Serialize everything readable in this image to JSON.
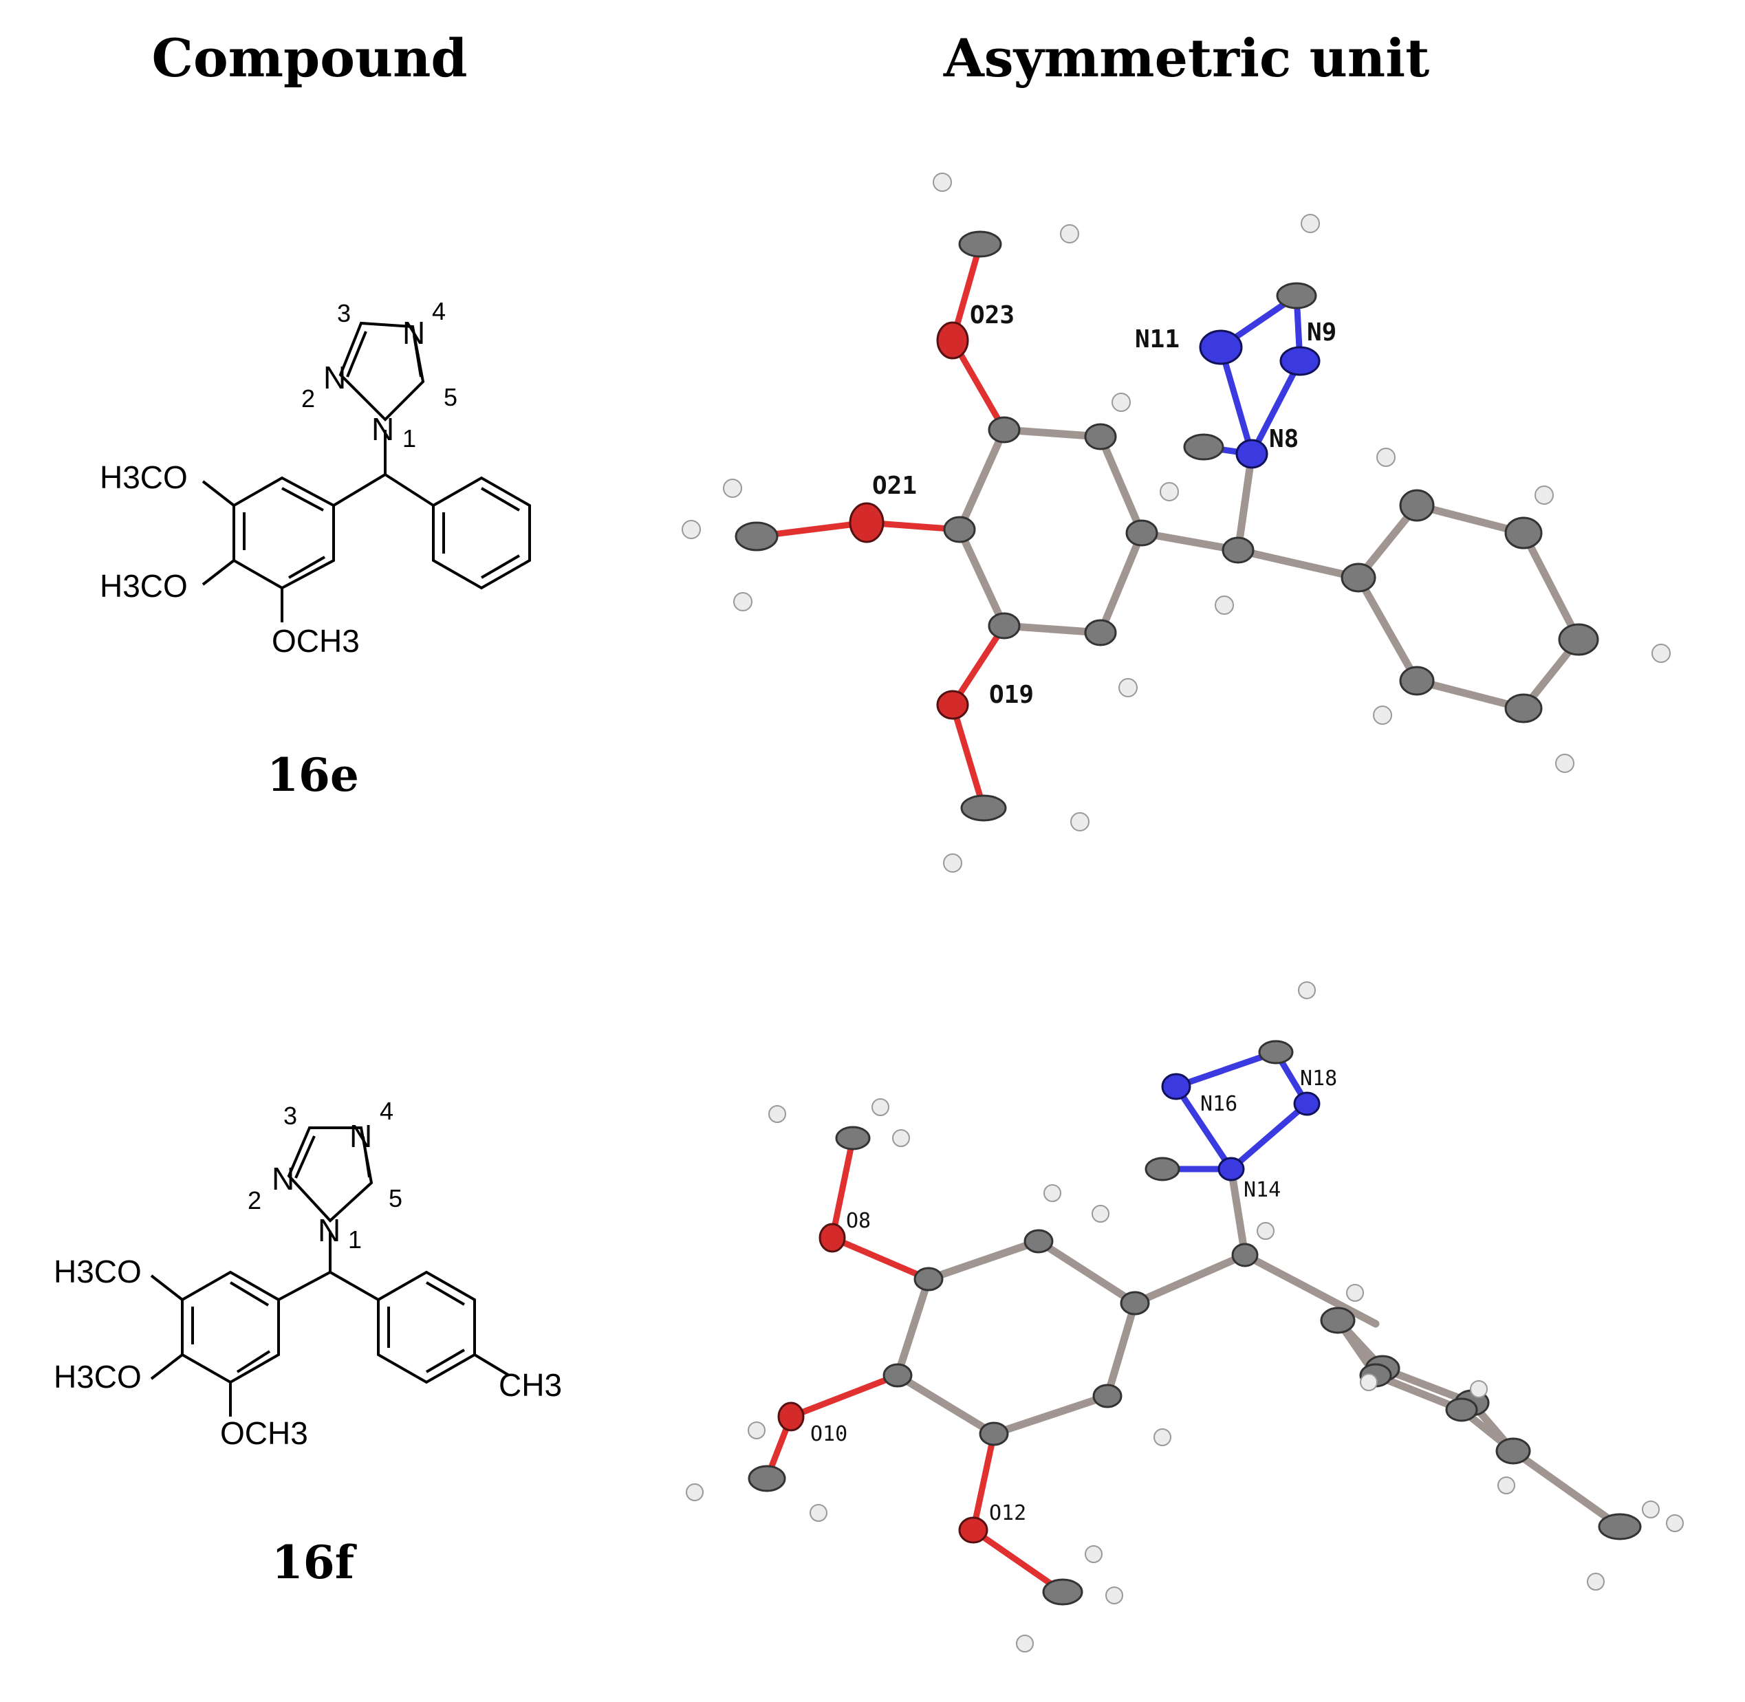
{
  "headers": {
    "compound": "Compound",
    "asymmetric_unit": "Asymmetric unit"
  },
  "colors": {
    "carbon": "#7a7a7a",
    "oxygen": "#d42a2a",
    "nitrogen": "#3a3ae0",
    "hydrogen": "#e8e8e8",
    "bond": "#9a9090"
  },
  "compounds": [
    {
      "id": "16e",
      "substituents": [
        "H3CO",
        "H3CO",
        "OCH3"
      ],
      "triazole_atoms": [
        "N",
        "N",
        "N"
      ],
      "ring_numbers": [
        "1",
        "2",
        "3",
        "4",
        "5"
      ],
      "atom_labels": [
        "O23",
        "N11",
        "N9",
        "N8",
        "O21",
        "O19"
      ]
    },
    {
      "id": "16f",
      "substituents": [
        "H3CO",
        "H3CO",
        "OCH3",
        "CH3"
      ],
      "triazole_atoms": [
        "N",
        "N",
        "N"
      ],
      "ring_numbers": [
        "1",
        "2",
        "3",
        "4",
        "5"
      ],
      "atom_labels": [
        "N18",
        "N16",
        "N14",
        "O8",
        "O10",
        "O12"
      ]
    }
  ]
}
